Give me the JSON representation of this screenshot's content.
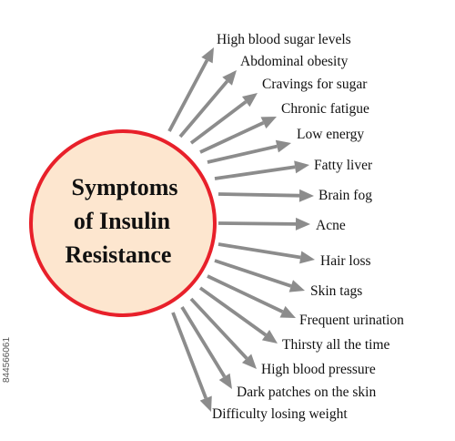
{
  "diagram": {
    "center_lines": [
      "Symptoms",
      "of Insulin",
      "Resistance"
    ],
    "symptoms": [
      "High blood sugar levels",
      "Abdominal obesity",
      "Cravings for sugar",
      "Chronic fatigue",
      "Low energy",
      "Fatty liver",
      "Brain fog",
      "Acne",
      "Hair loss",
      "Skin tags",
      "Frequent urination",
      "Thirsty all the time",
      "High blood pressure",
      "Dark patches on the skin",
      "Difficulty losing weight"
    ],
    "colors": {
      "circle_fill": "#fde6cf",
      "circle_stroke": "#e8202a",
      "arrow": "#8c8c8c",
      "text": "#111111"
    }
  },
  "watermark": "844566061"
}
